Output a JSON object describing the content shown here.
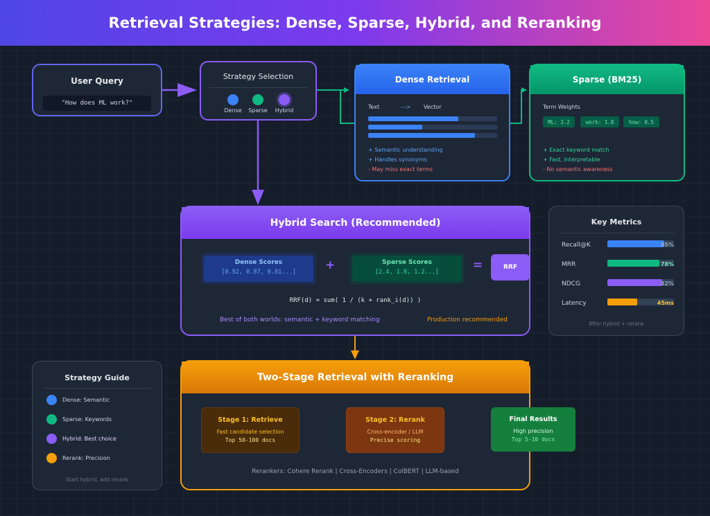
{
  "header": {
    "title": "Retrieval Strategies: Dense, Sparse, Hybrid, and Reranking"
  },
  "user_query": {
    "title": "User Query",
    "query": "\"How does ML work?\""
  },
  "strategy_selection": {
    "title": "Strategy Selection",
    "options": [
      {
        "label": "Dense",
        "color": "#3b82f6"
      },
      {
        "label": "Sparse",
        "color": "#10b981"
      },
      {
        "label": "Hybrid",
        "color": "#8b5cf6"
      }
    ]
  },
  "dense": {
    "title": "Dense Retrieval",
    "text_label": "Text",
    "arrow_label": "--->",
    "vector_label": "Vector",
    "vector_levels": [
      0.7,
      0.42,
      0.83
    ],
    "pros": [
      "+ Semantic understanding",
      "+ Handles synonyms"
    ],
    "cons": [
      "- May miss exact terms"
    ]
  },
  "sparse": {
    "title": "Sparse (BM25)",
    "weights_label": "Term Weights",
    "weights": [
      "ML: 3.2",
      "work: 1.8",
      "how: 0.5"
    ],
    "pros": [
      "+ Exact keyword match",
      "+ Fast, interpretable"
    ],
    "cons": [
      "- No semantic awareness"
    ]
  },
  "hybrid": {
    "title": "Hybrid Search (Recommended)",
    "dense_scores_title": "Dense Scores",
    "dense_scores": "[0.92, 0.87, 0.81...]",
    "plus": "+",
    "sparse_scores_title": "Sparse Scores",
    "sparse_scores": "[2.4, 1.8, 1.2...]",
    "equals": "=",
    "rrf": "RRF",
    "formula": "RRF(d) = sum( 1 / (k + rank_i(d)) )",
    "footer_left": "Best of both worlds: semantic + keyword matching",
    "footer_right": "Production recommended"
  },
  "metrics": {
    "title": "Key Metrics",
    "items": [
      {
        "label": "Recall@K",
        "value": "85%",
        "level": 0.85,
        "color": "#3b82f6",
        "text_color": "#94a3b8"
      },
      {
        "label": "MRR",
        "value": "78%",
        "level": 0.78,
        "color": "#10b981",
        "text_color": "#6ee7b7"
      },
      {
        "label": "NDCG",
        "value": "82%",
        "level": 0.82,
        "color": "#8b5cf6",
        "text_color": "#94a3b8"
      },
      {
        "label": "Latency",
        "value": "45ms",
        "level": 0.45,
        "color": "#f59e0b",
        "text_color": "#fbbf24"
      }
    ],
    "footer": "After hybrid + rerank"
  },
  "guide": {
    "title": "Strategy Guide",
    "items": [
      {
        "label": "Dense: Semantic",
        "color": "#3b82f6"
      },
      {
        "label": "Sparse: Keywords",
        "color": "#10b981"
      },
      {
        "label": "Hybrid: Best choice",
        "color": "#8b5cf6"
      },
      {
        "label": "Rerank: Precision",
        "color": "#f59e0b"
      }
    ],
    "footer": "Start hybrid, add rerank"
  },
  "two_stage": {
    "title": "Two-Stage Retrieval with Reranking",
    "stages": [
      {
        "title": "Stage 1: Retrieve",
        "line1": "Fast candidate selection",
        "line2": "Top 50-100 docs"
      },
      {
        "title": "Stage 2: Rerank",
        "line1": "Cross-encoder / LLM",
        "line2": "Precise scoring"
      },
      {
        "title": "Final Results",
        "line1": "High precision",
        "line2": "Top 5-10 docs"
      }
    ],
    "rerankers": "Rerankers: Cohere Rerank | Cross-Encoders | ColBERT | LLM-based"
  }
}
